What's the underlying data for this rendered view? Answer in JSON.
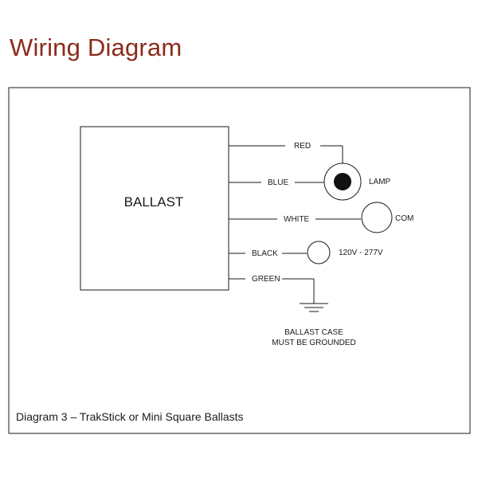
{
  "title": "Wiring Diagram",
  "ballast": {
    "label": "BALLAST"
  },
  "wires": {
    "red": "RED",
    "blue": "BLUE",
    "white": "WHITE",
    "black": "BLACK",
    "green": "GREEN"
  },
  "terminals": {
    "lamp": "LAMP",
    "com": "COM",
    "voltage": "120V - 277V"
  },
  "ground_note": {
    "line1": "BALLAST CASE",
    "line2": "MUST BE GROUNDED"
  },
  "caption": "Diagram 3 – TrakStick or Mini Square Ballasts",
  "colors": {
    "title": "#8b2b1c",
    "line": "#1a1a1a"
  }
}
